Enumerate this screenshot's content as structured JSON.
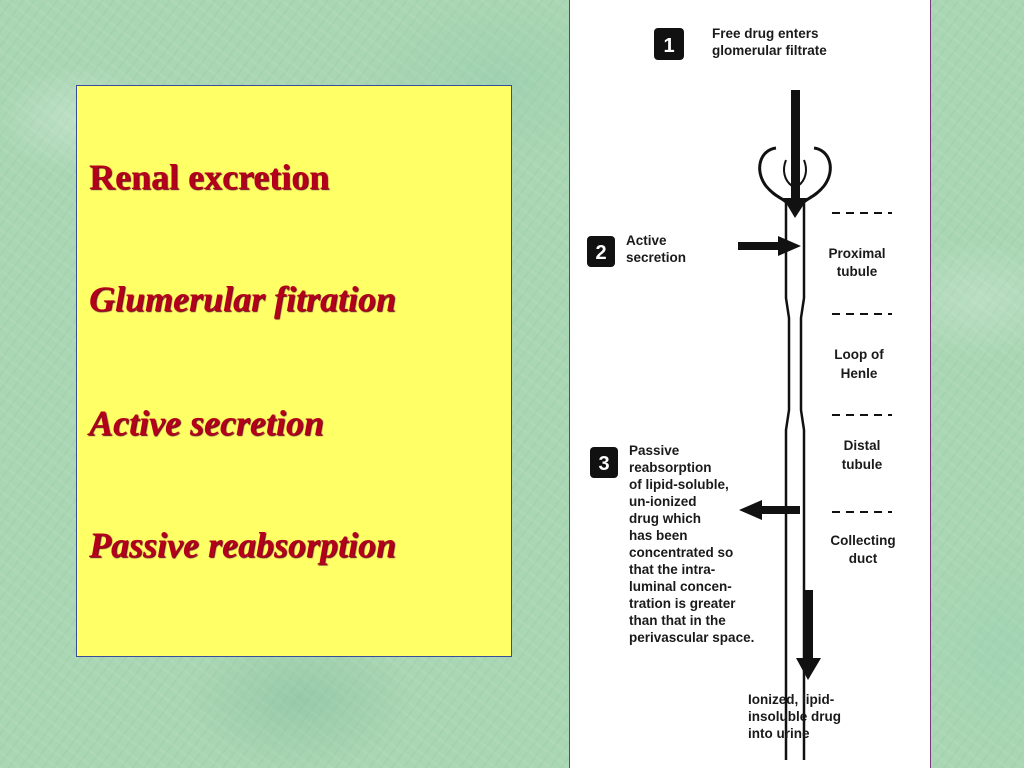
{
  "textbox": {
    "lines": [
      "Renal excretion",
      "Glumerular fitration",
      "Active secretion",
      "Passive reabsorption"
    ]
  },
  "diagram": {
    "step1": {
      "number": "1",
      "text": [
        "Free drug enters",
        "glomerular filtrate"
      ]
    },
    "step2": {
      "number": "2",
      "text": [
        "Active",
        "secretion"
      ]
    },
    "step3": {
      "number": "3",
      "text": [
        "Passive",
        "reabsorption",
        "of lipid-soluble,",
        "un-ionized",
        "drug which",
        "has been",
        "concentrated so",
        "that the intra-",
        "luminal concen-",
        "tration is greater",
        "than that in the",
        "perivascular space."
      ]
    },
    "segments": {
      "proximal": [
        "Proximal",
        "tubule"
      ],
      "loop": [
        "Loop of",
        "Henle"
      ],
      "distal": [
        "Distal",
        "tubule"
      ],
      "collecting": [
        "Collecting",
        "duct"
      ]
    },
    "urine": [
      "Ionized, lipid-",
      "insoluble drug",
      "into urine"
    ]
  }
}
